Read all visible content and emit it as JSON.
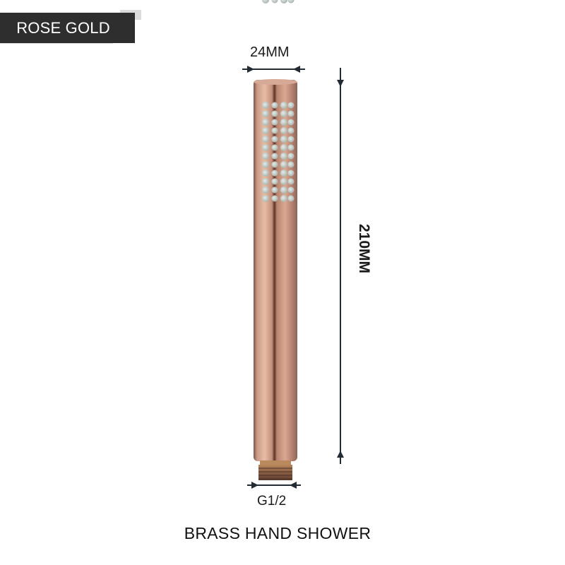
{
  "badge": {
    "label": "ROSE GOLD",
    "background": "#2e2e2e",
    "text_color": "#ffffff"
  },
  "dimensions": {
    "width_label": "24MM",
    "length_label": "210MM",
    "thread_label": "G1/2"
  },
  "product": {
    "title": "BRASS HAND SHOWER",
    "finish_color": "#c48f7a",
    "nozzle_color": "#c9d2ce"
  }
}
